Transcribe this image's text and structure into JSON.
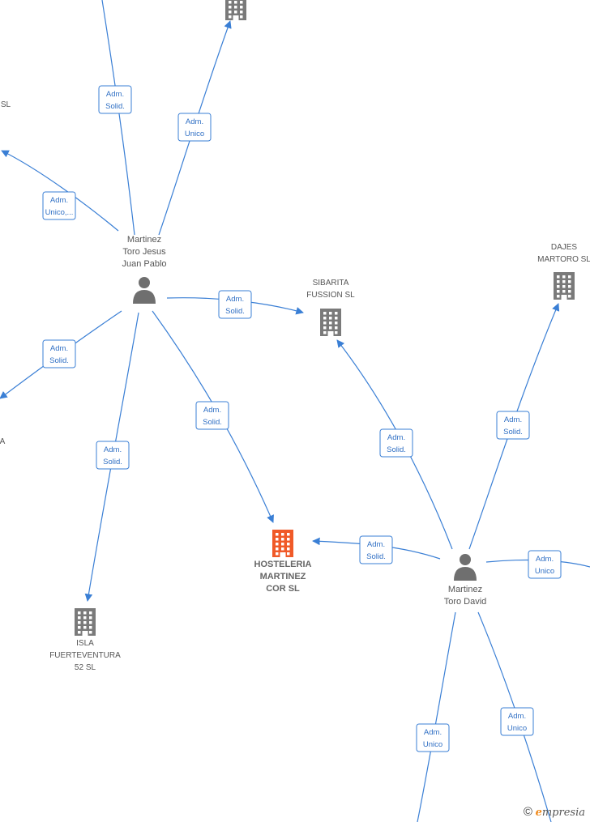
{
  "nodes": [
    {
      "id": "jesus",
      "kind": "person",
      "lines": [
        "Martinez",
        "Toro Jesus",
        "Juan Pablo"
      ]
    },
    {
      "id": "david",
      "kind": "person",
      "lines": [
        "Martinez",
        "Toro David"
      ]
    },
    {
      "id": "hosteleria",
      "kind": "main",
      "lines": [
        "HOSTELERIA",
        "MARTINEZ",
        "COR  SL"
      ]
    },
    {
      "id": "sibarita",
      "kind": "company",
      "lines": [
        "SIBARITA",
        "FUSSION  SL"
      ]
    },
    {
      "id": "dajes",
      "kind": "company",
      "lines": [
        "DAJES",
        "MARTORO  SL"
      ]
    },
    {
      "id": "isla",
      "kind": "company",
      "lines": [
        "ISLA",
        "FUERTEVENTURA",
        "52  SL"
      ]
    },
    {
      "id": "top",
      "kind": "company",
      "lines": []
    },
    {
      "id": "left_sl",
      "kind": "company",
      "lines": [
        "SL"
      ]
    },
    {
      "id": "left_a",
      "kind": "company",
      "lines": [
        "A"
      ]
    }
  ],
  "edges": [
    {
      "id": "e1",
      "label": [
        "Adm.",
        "Solid."
      ]
    },
    {
      "id": "e2",
      "label": [
        "Adm.",
        "Unico"
      ]
    },
    {
      "id": "e3",
      "label": [
        "Adm.",
        "Unico,..."
      ]
    },
    {
      "id": "e4",
      "label": [
        "Adm.",
        "Solid."
      ]
    },
    {
      "id": "e5",
      "label": [
        "Adm.",
        "Solid."
      ]
    },
    {
      "id": "e6",
      "label": [
        "Adm.",
        "Solid."
      ]
    },
    {
      "id": "e7",
      "label": [
        "Adm.",
        "Solid."
      ]
    },
    {
      "id": "e8",
      "label": [
        "Adm.",
        "Solid."
      ]
    },
    {
      "id": "e9",
      "label": [
        "Adm.",
        "Solid."
      ]
    },
    {
      "id": "e10",
      "label": [
        "Adm.",
        "Solid."
      ]
    },
    {
      "id": "e11",
      "label": [
        "Adm.",
        "Unico"
      ]
    },
    {
      "id": "e12",
      "label": [
        "Adm.",
        "Unico"
      ]
    },
    {
      "id": "e13",
      "label": [
        "Adm.",
        "Unico"
      ]
    }
  ],
  "footer": {
    "copyright": "©",
    "brand_first": "e",
    "brand_rest": "mpresia"
  },
  "colors": {
    "edge": "#3a7fd5",
    "main_company": "#f05a28",
    "company": "#7a7a7a",
    "person": "#6f6f6f"
  }
}
